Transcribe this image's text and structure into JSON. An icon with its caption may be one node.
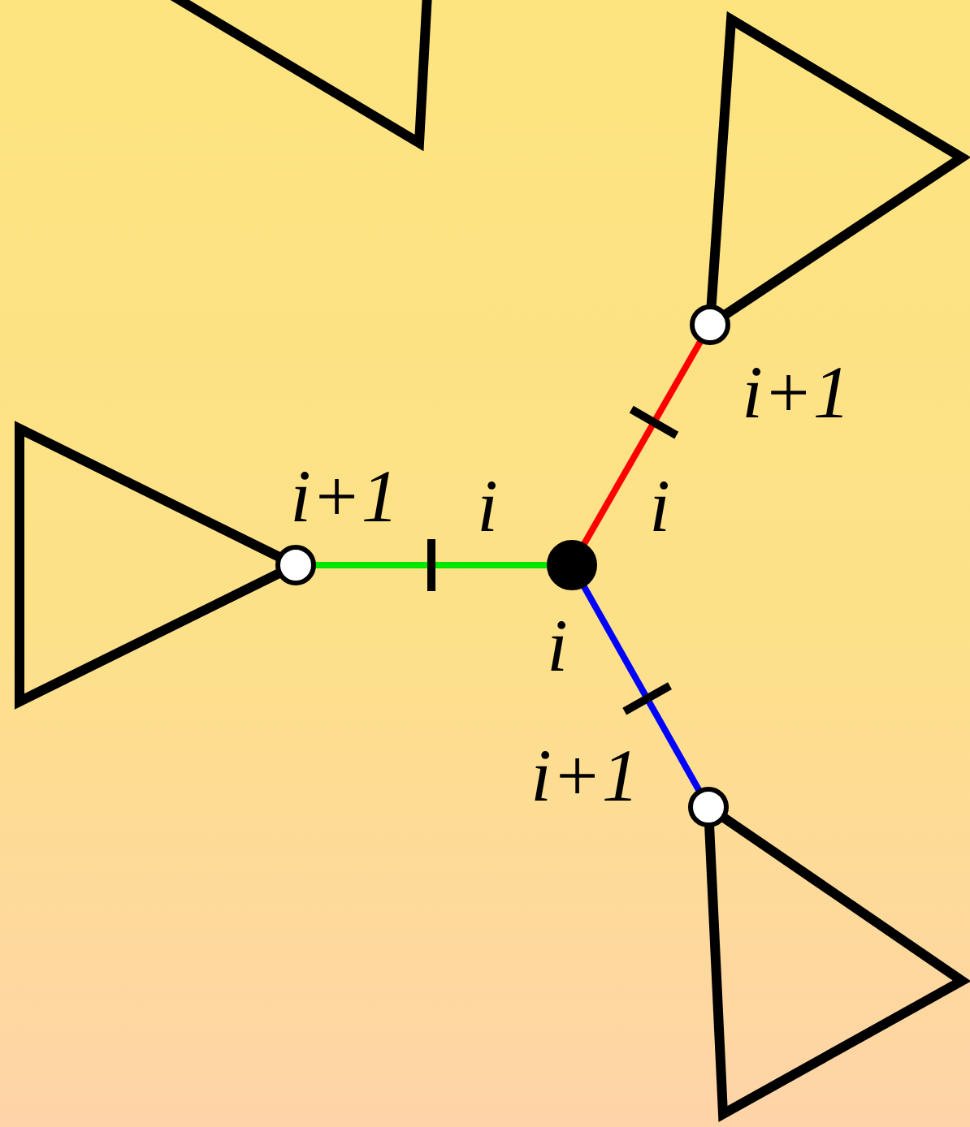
{
  "diagram": {
    "nodes": [
      {
        "text": [],
        "shape": "triangle"
      },
      {
        "text": [],
        "shape": "triangle"
      },
      {
        "text": [],
        "shape": "circle"
      },
      {
        "text": [],
        "shape": "triangle"
      },
      {
        "text": [],
        "shape": "circle"
      },
      {
        "text": [],
        "shape": "circle"
      },
      {
        "text": [],
        "shape": "circle"
      },
      {
        "text": [],
        "shape": "triangle"
      }
    ],
    "edges": [
      {
        "from": 4,
        "to": 5,
        "arrow": "none",
        "color": "#00e600"
      },
      {
        "from": 5,
        "to": 2,
        "arrow": "none",
        "color": "#ff0000"
      },
      {
        "from": 5,
        "to": 6,
        "arrow": "none",
        "color": "#0000ff"
      }
    ],
    "labels": [
      "i+1",
      "i",
      "i",
      "i",
      "i+1",
      "i+1"
    ]
  }
}
